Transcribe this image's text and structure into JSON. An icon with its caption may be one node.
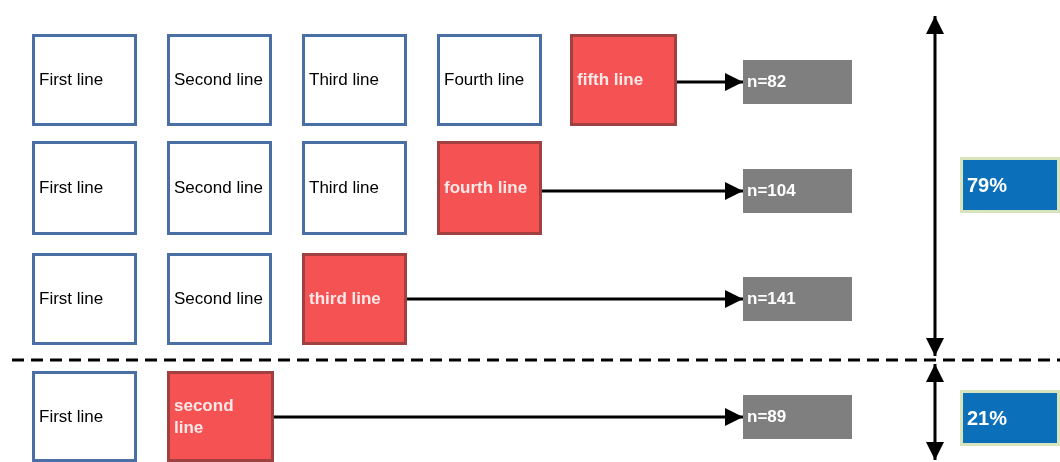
{
  "diagram": {
    "nodes": [
      {
        "text": [
          "First line"
        ]
      },
      {
        "text": [
          "Second line"
        ]
      },
      {
        "text": [
          "Third line"
        ]
      },
      {
        "text": [
          "Fourth line"
        ]
      },
      {
        "text": [
          "fifth line"
        ]
      },
      {
        "text": [
          "n=82"
        ]
      },
      {
        "text": [
          "First line"
        ]
      },
      {
        "text": [
          "Second line"
        ]
      },
      {
        "text": [
          "Third line"
        ]
      },
      {
        "text": [
          "fourth line"
        ]
      },
      {
        "text": [
          "n=104"
        ]
      },
      {
        "text": [
          "First line"
        ]
      },
      {
        "text": [
          "Second line"
        ]
      },
      {
        "text": [
          "third line"
        ]
      },
      {
        "text": [
          "n=141"
        ]
      },
      {
        "text": [
          "First line"
        ]
      },
      {
        "text": [
          "second line"
        ]
      },
      {
        "text": [
          "n=89"
        ]
      },
      {
        "text": [
          "79%"
        ]
      },
      {
        "text": [
          "21%"
        ]
      }
    ],
    "edges": [
      {
        "from": 4,
        "to": 5,
        "arrow": "to"
      },
      {
        "from": 9,
        "to": 10,
        "arrow": "to"
      },
      {
        "from": 13,
        "to": 14,
        "arrow": "to"
      },
      {
        "from": 16,
        "to": 17,
        "arrow": "to"
      }
    ]
  }
}
